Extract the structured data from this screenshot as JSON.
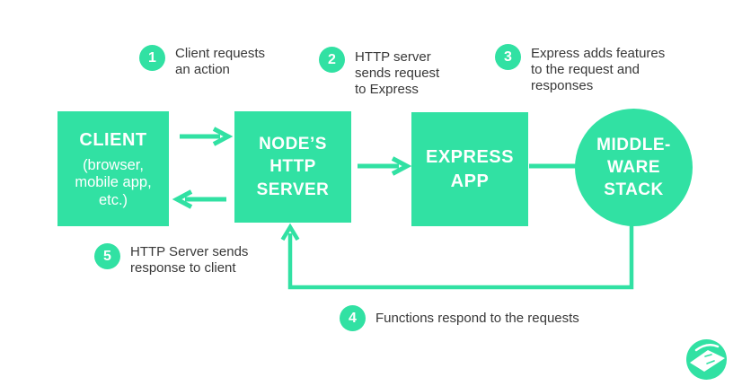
{
  "diagram": {
    "background": "#ffffff",
    "accent_green": "#31E1A3",
    "text_color": "#383838",
    "nodes": {
      "client": {
        "title": "CLIENT",
        "subtitle": "(browser,\nmobile app,\netc.)"
      },
      "node_http_server": {
        "title": "NODE’S\nHTTP\nSERVER"
      },
      "express_app": {
        "title": "EXPRESS\nAPP"
      },
      "middleware_stack": {
        "title": "MIDDLE-\nWARE\nSTACK"
      }
    },
    "steps": [
      {
        "number": "1",
        "text": "Client requests\nan action"
      },
      {
        "number": "2",
        "text": "HTTP server\nsends request\nto Express"
      },
      {
        "number": "3",
        "text": "Express adds features\nto the request and\nresponses"
      },
      {
        "number": "4",
        "text": "Functions respond to the requests"
      },
      {
        "number": "5",
        "text": "HTTP Server sends\nresponse to client"
      }
    ],
    "icons": {
      "logo": "open-book-brand-logo"
    }
  }
}
